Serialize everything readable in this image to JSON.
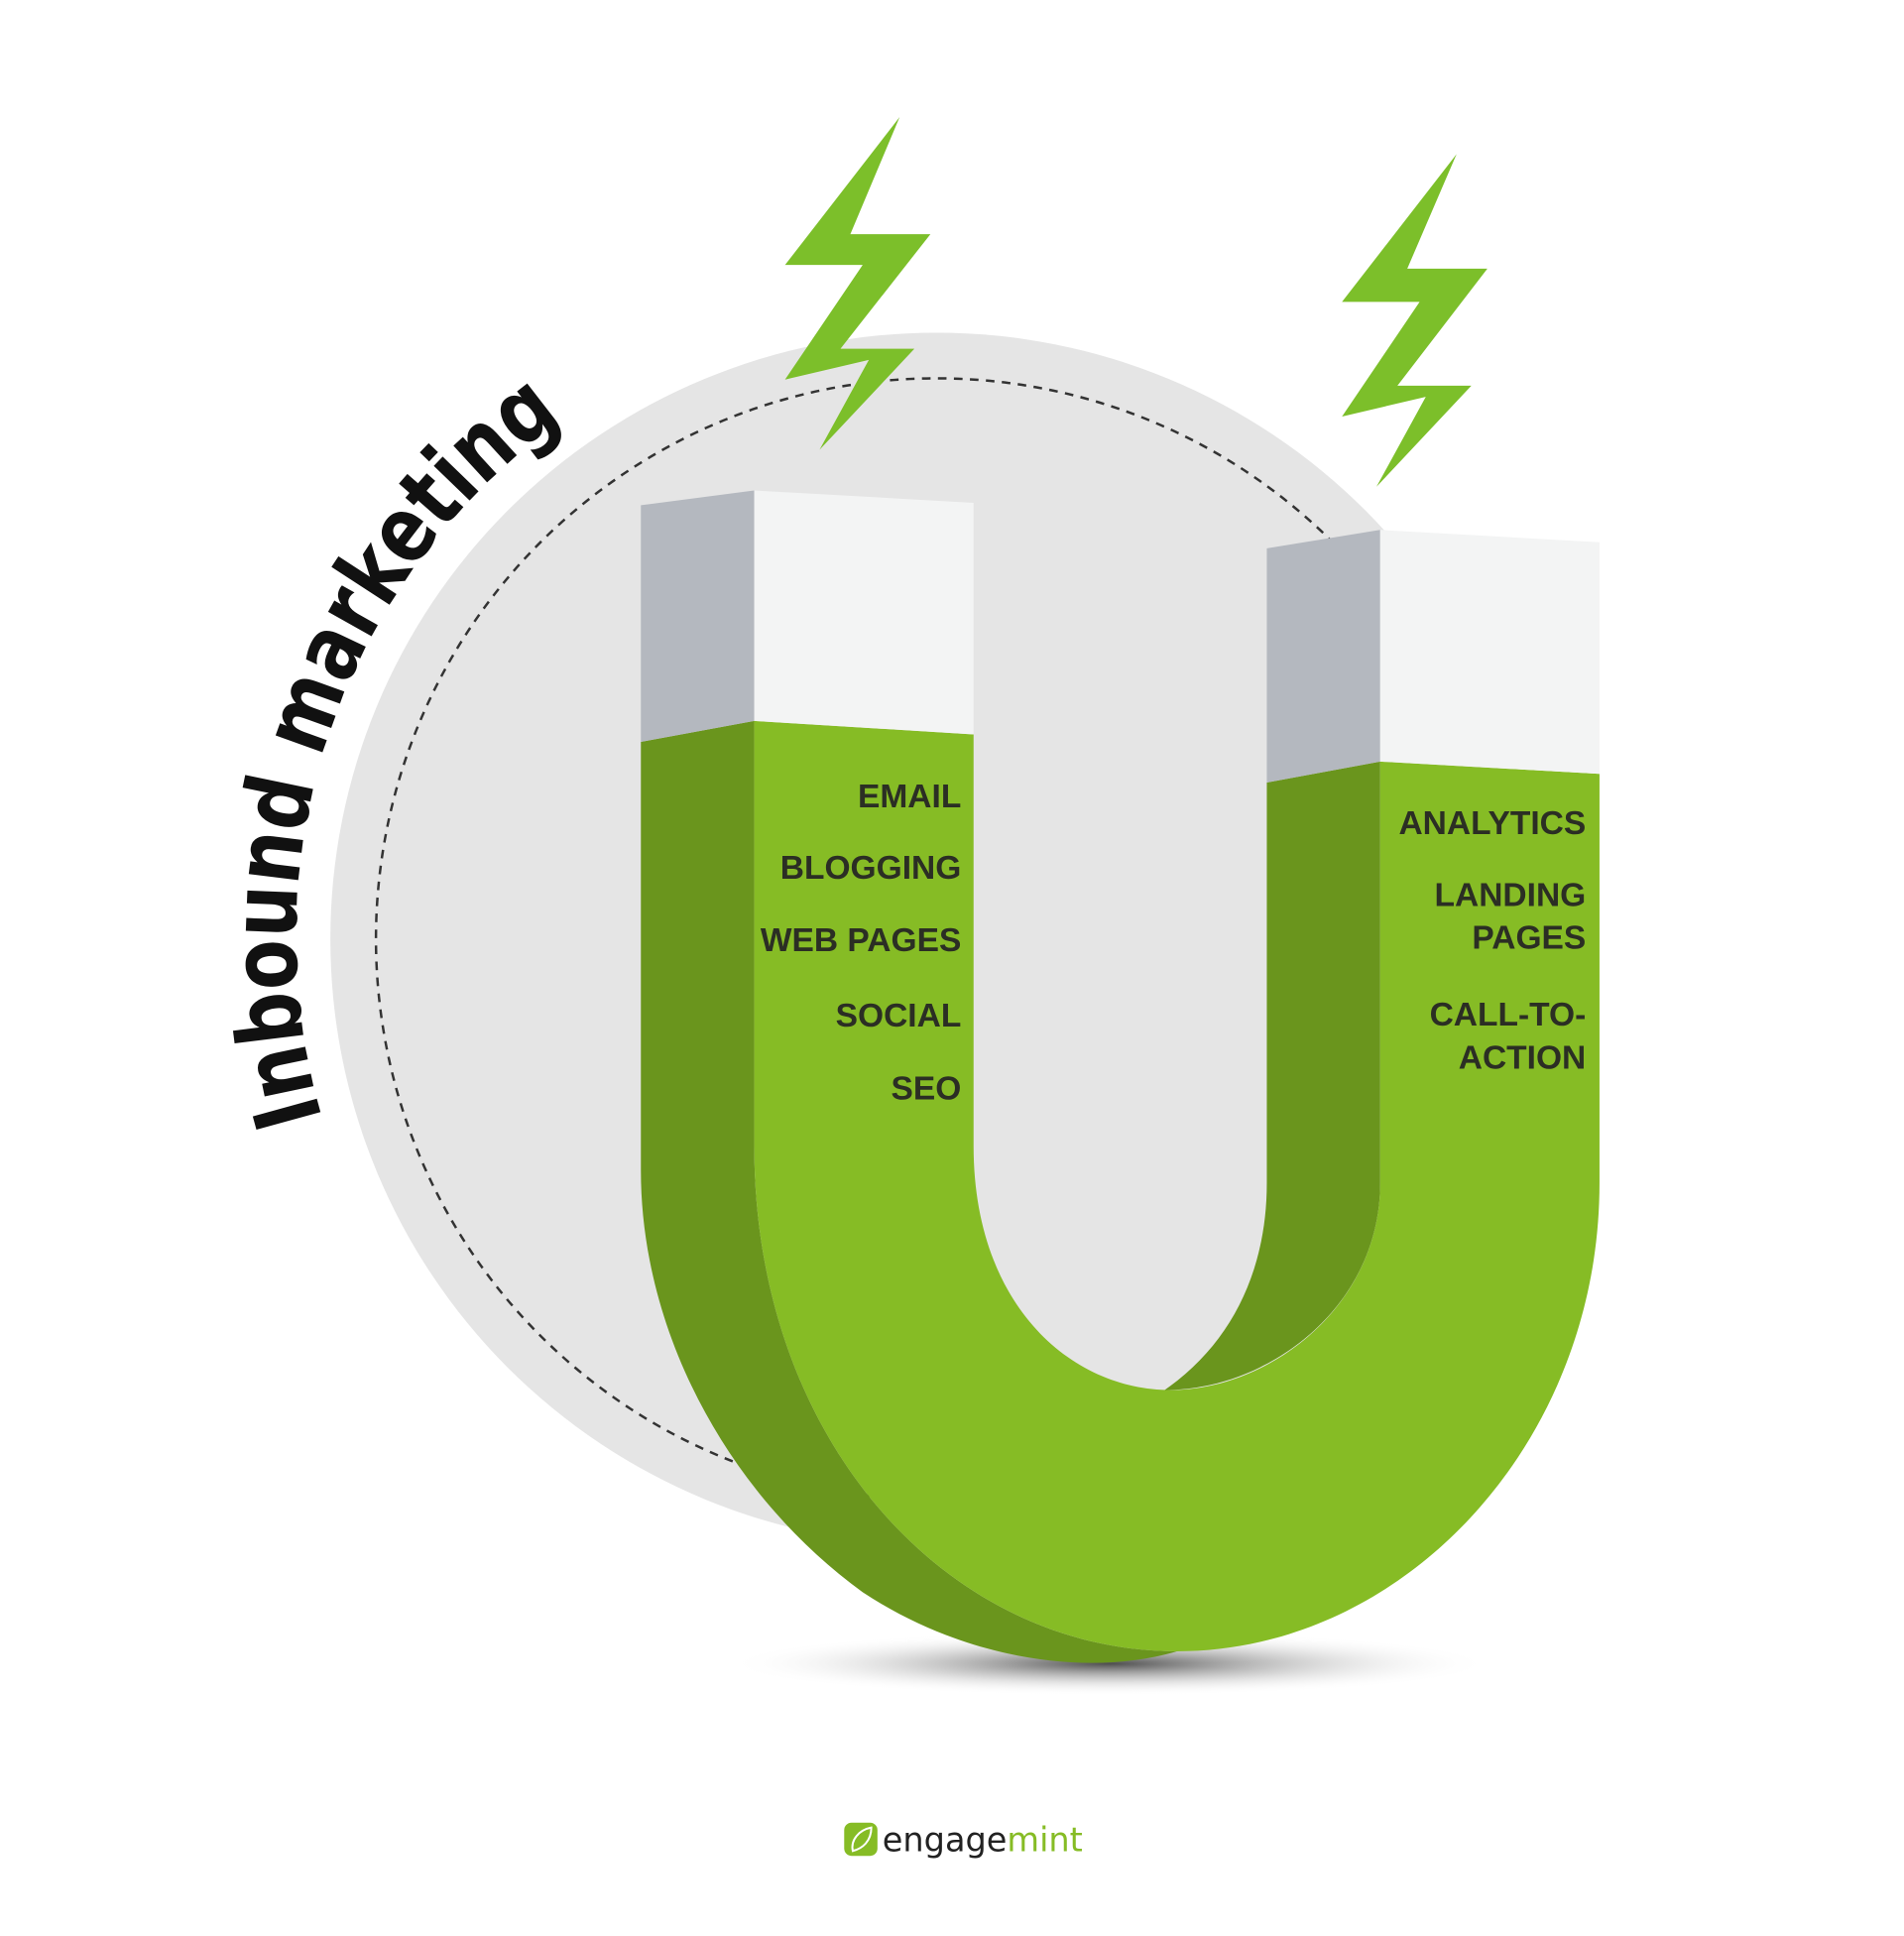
{
  "title": "Inbound marketing",
  "left_labels": [
    "EMAIL",
    "BLOGGING",
    "WEB PAGES",
    "SOCIAL",
    "SEO"
  ],
  "right_labels": [
    "ANALYTICS",
    "LANDING",
    "PAGES",
    "CALL-TO-",
    "ACTION"
  ],
  "logo": {
    "part1": "engage",
    "part2": "mint"
  },
  "colors": {
    "green_front": "#86bc25",
    "green_side": "#6a951d",
    "cap_front": "#f3f4f4",
    "cap_side": "#b4b8bf",
    "circle": "#e5e5e5",
    "bolt": "#7cbf2a",
    "text": "#2b2e24"
  }
}
